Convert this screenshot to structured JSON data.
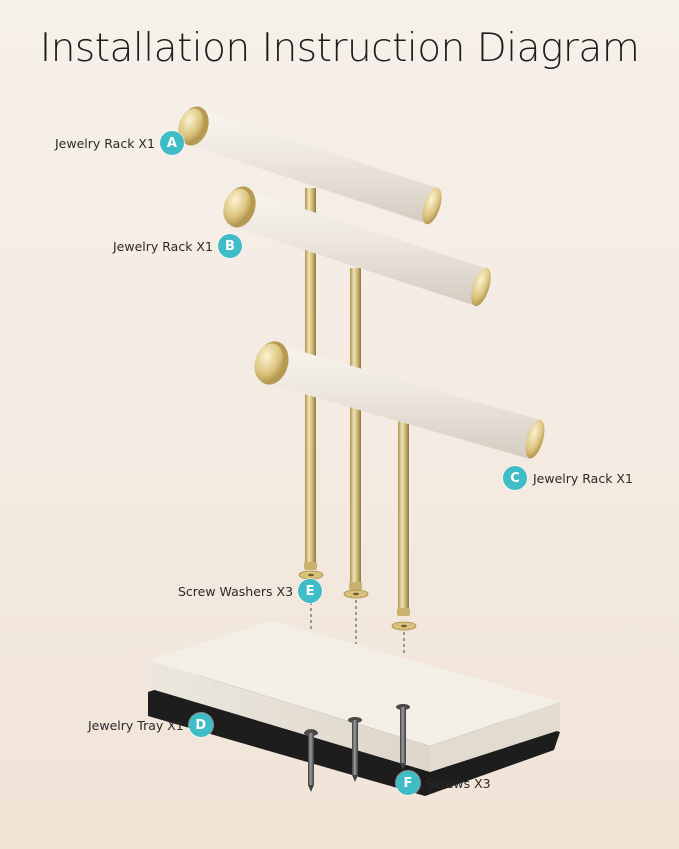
{
  "title": "Installation Instruction Diagram",
  "parts": [
    {
      "letter": "A",
      "label": "Jewelry Rack X1"
    },
    {
      "letter": "B",
      "label": "Jewelry Rack X1"
    },
    {
      "letter": "C",
      "label": "Jewelry Rack X1"
    },
    {
      "letter": "D",
      "label": "Jewelry Tray X1"
    },
    {
      "letter": "E",
      "label": "Screw Washers X3"
    },
    {
      "letter": "F",
      "label": "Screws X3"
    }
  ],
  "colors": {
    "badge": "#3fbcc6",
    "bar_body": "#ede7df",
    "brass": "#d8c27f",
    "tray_top": "#efeae1",
    "tray_bottom": "#1c1c1c"
  }
}
